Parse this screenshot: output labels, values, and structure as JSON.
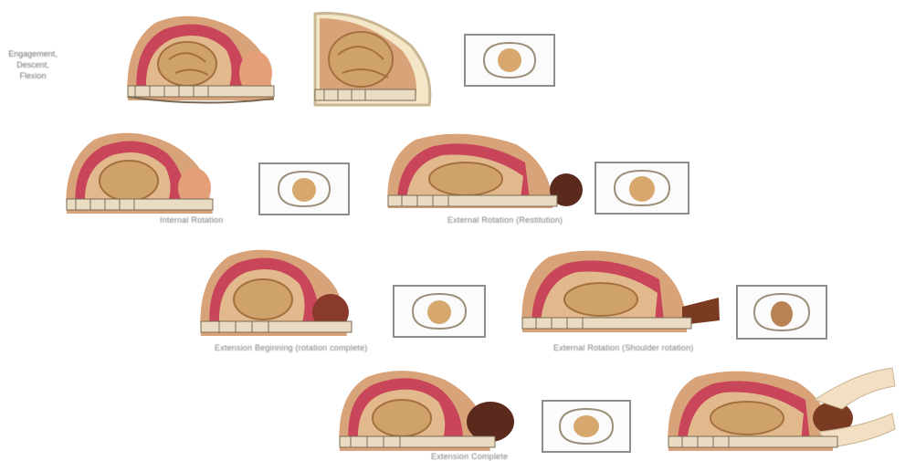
{
  "figure": {
    "row1_label_lines": [
      "Engagement,",
      "Descent,",
      "Flexion"
    ],
    "captions": {
      "internal_rotation": "Internal Rotation",
      "external_rotation_restitution": "External Rotation (Restitution)",
      "extension_beginning": "Extension Beginning (rotation complete)",
      "external_rotation_shoulder": "External Rotation (Shoulder rotation)",
      "extension_complete": "Extension Complete"
    }
  },
  "colors": {
    "skin": "#d9a37a",
    "skin_dark": "#b77b55",
    "uterus": "#c8455a",
    "fetus": "#cfa16b",
    "fetus_shadow": "#a4703f",
    "bone": "#e9dcc3",
    "bone_line": "#7a6a55",
    "hair": "#5a2b1c",
    "hand": "#f2dfc4",
    "inset_border": "#8d8d8d"
  }
}
